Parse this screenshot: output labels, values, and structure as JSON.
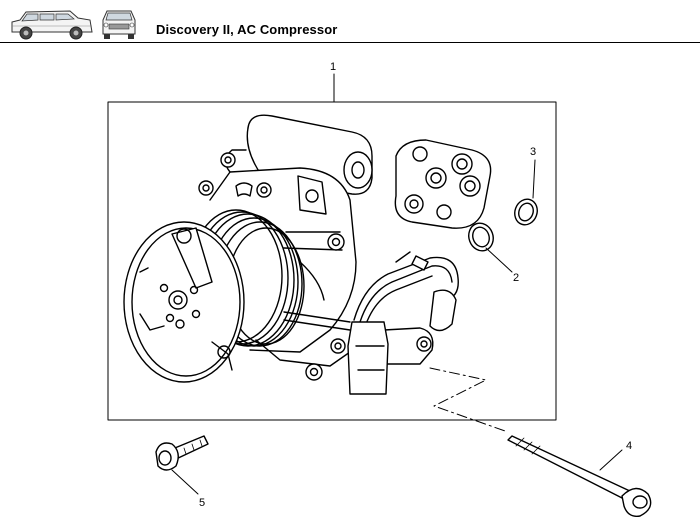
{
  "header": {
    "title": "Discovery II, AC Compressor",
    "icons": [
      "vehicle-side-icon",
      "vehicle-front-icon"
    ]
  },
  "callouts": {
    "c1": "1",
    "c2": "2",
    "c3": "3",
    "c4": "4",
    "c5": "5"
  },
  "colors": {
    "line": "#000000",
    "background": "#ffffff"
  }
}
